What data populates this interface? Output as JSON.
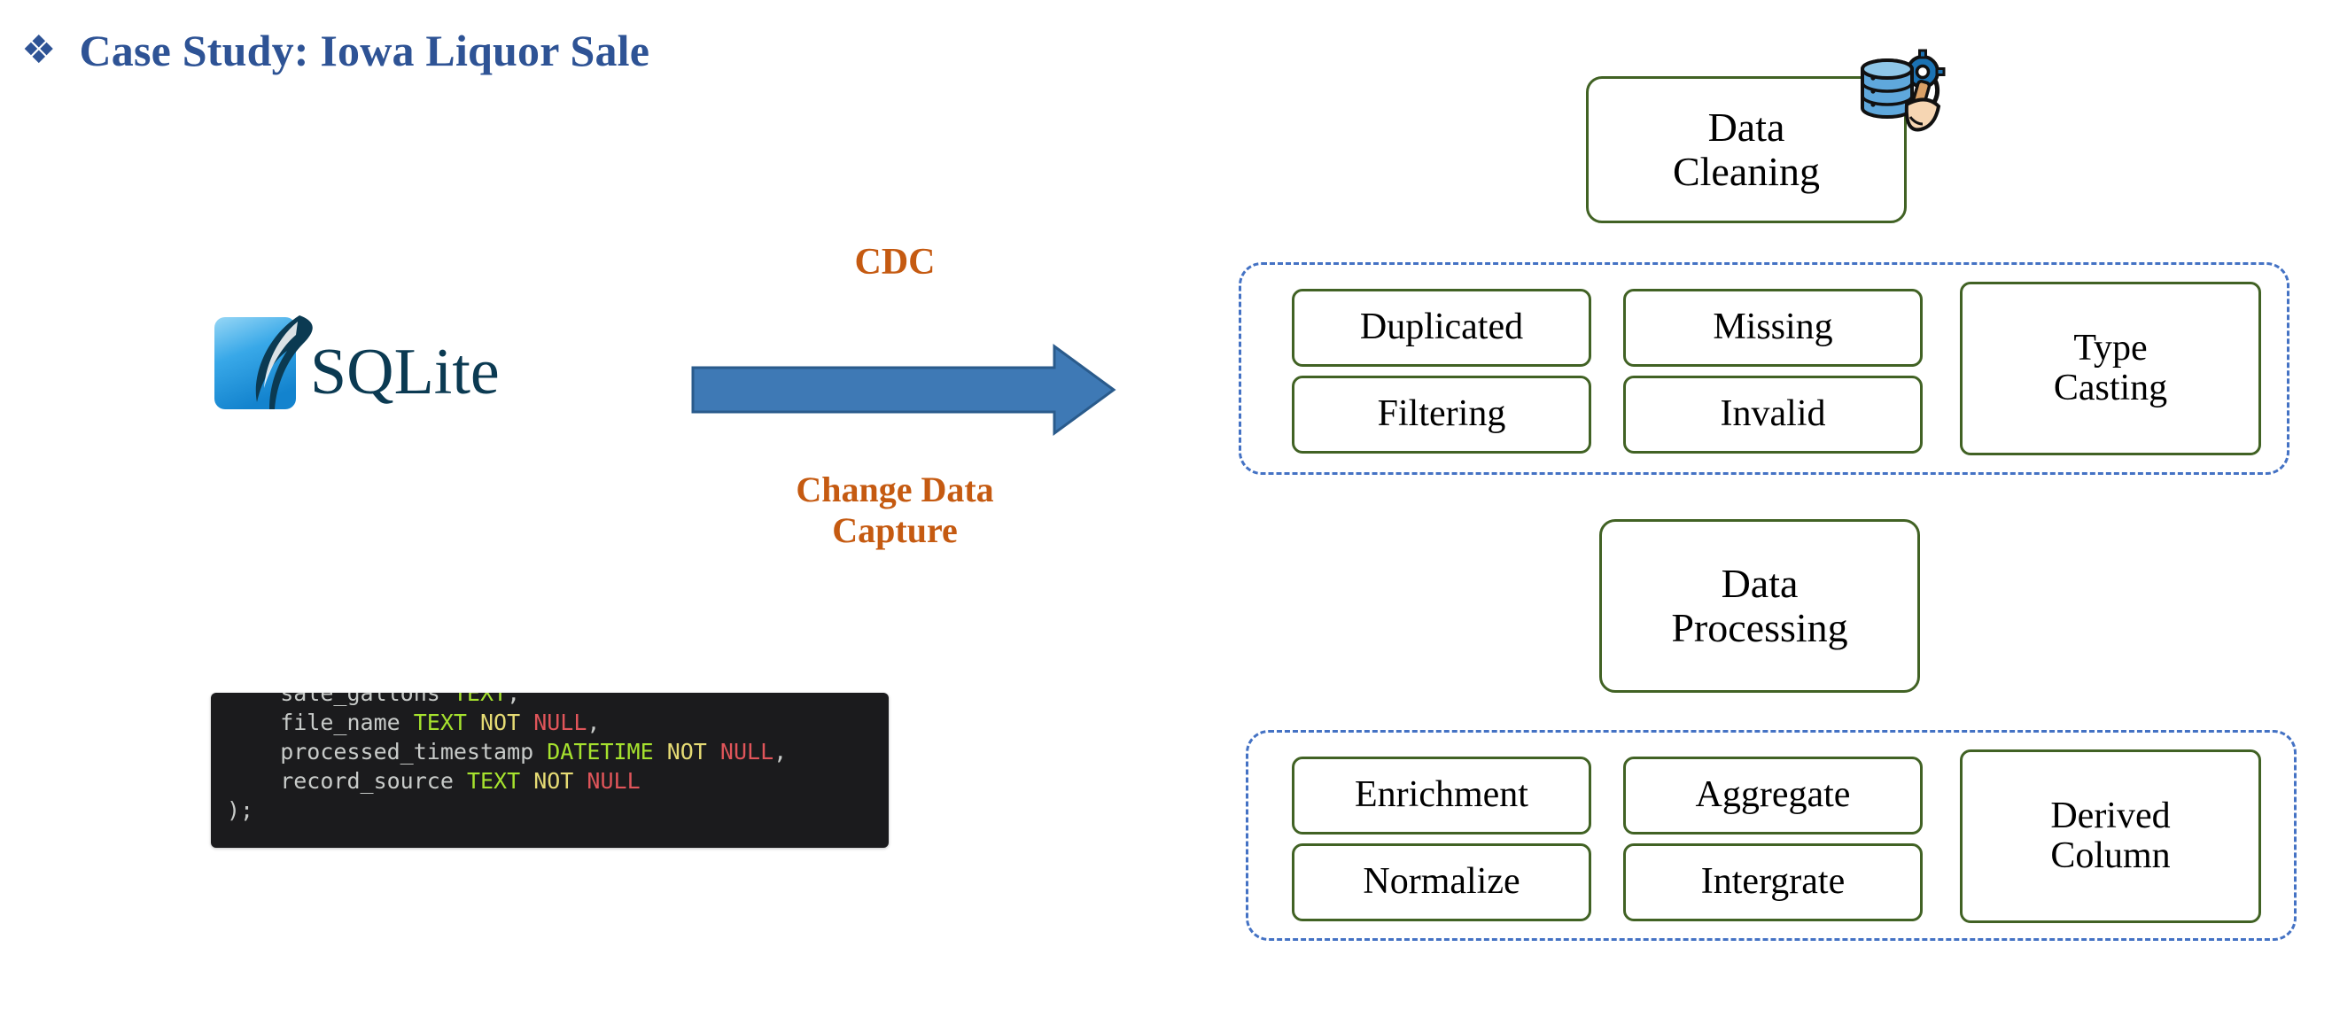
{
  "slide": {
    "title": "Case Study: Iowa Liquor Sale",
    "bullet_glyph": "❖"
  },
  "colors": {
    "title_blue": "#2E5395",
    "accent_orange": "#C55A11",
    "box_green": "#416224",
    "dashed_blue": "#4472C4",
    "arrow_fill": "#3E79B5",
    "arrow_stroke": "#2A5B8C",
    "code_background": "#1B1B1D",
    "sqlite_navy": "#0A3A52",
    "sqlite_blue": "#22A0E8"
  },
  "source": {
    "logo_name": "sqlite-logo",
    "logo_text": "SQLite"
  },
  "flow": {
    "arrow_name": "cdc-arrow",
    "label_short": "CDC",
    "label_long": "Change Data Capture"
  },
  "code": {
    "language": "sql",
    "lines": [
      [
        {
          "text": "    sale_gallons ",
          "type": "id"
        },
        {
          "text": "TEXT",
          "type": "type"
        },
        {
          "text": ",",
          "type": "punct"
        }
      ],
      [
        {
          "text": "    file_name ",
          "type": "id"
        },
        {
          "text": "TEXT",
          "type": "type"
        },
        {
          "text": " NOT",
          "type": "not"
        },
        {
          "text": " NULL",
          "type": "null"
        },
        {
          "text": ",",
          "type": "punct"
        }
      ],
      [
        {
          "text": "    processed_timestamp ",
          "type": "id"
        },
        {
          "text": "DATETIME",
          "type": "type"
        },
        {
          "text": " NOT",
          "type": "not"
        },
        {
          "text": " NULL",
          "type": "null"
        },
        {
          "text": ",",
          "type": "punct"
        }
      ],
      [
        {
          "text": "    record_source ",
          "type": "id"
        },
        {
          "text": "TEXT",
          "type": "type"
        },
        {
          "text": " NOT",
          "type": "not"
        },
        {
          "text": " NULL",
          "type": "null"
        }
      ],
      [
        {
          "text": ");",
          "type": "punct"
        }
      ]
    ]
  },
  "pipeline": {
    "stages": [
      {
        "name": "data-cleaning",
        "headline": "Data\nCleaning",
        "icon": "database-brush-gear-icon",
        "items": [
          {
            "label": "Duplicated"
          },
          {
            "label": "Filtering"
          },
          {
            "label": "Missing"
          },
          {
            "label": "Invalid"
          },
          {
            "label": "Type\nCasting"
          }
        ]
      },
      {
        "name": "data-processing",
        "headline": "Data\nProcessing",
        "items": [
          {
            "label": "Enrichment"
          },
          {
            "label": "Normalize"
          },
          {
            "label": "Aggregate"
          },
          {
            "label": "Intergrate"
          },
          {
            "label": "Derived\nColumn"
          }
        ]
      }
    ]
  }
}
